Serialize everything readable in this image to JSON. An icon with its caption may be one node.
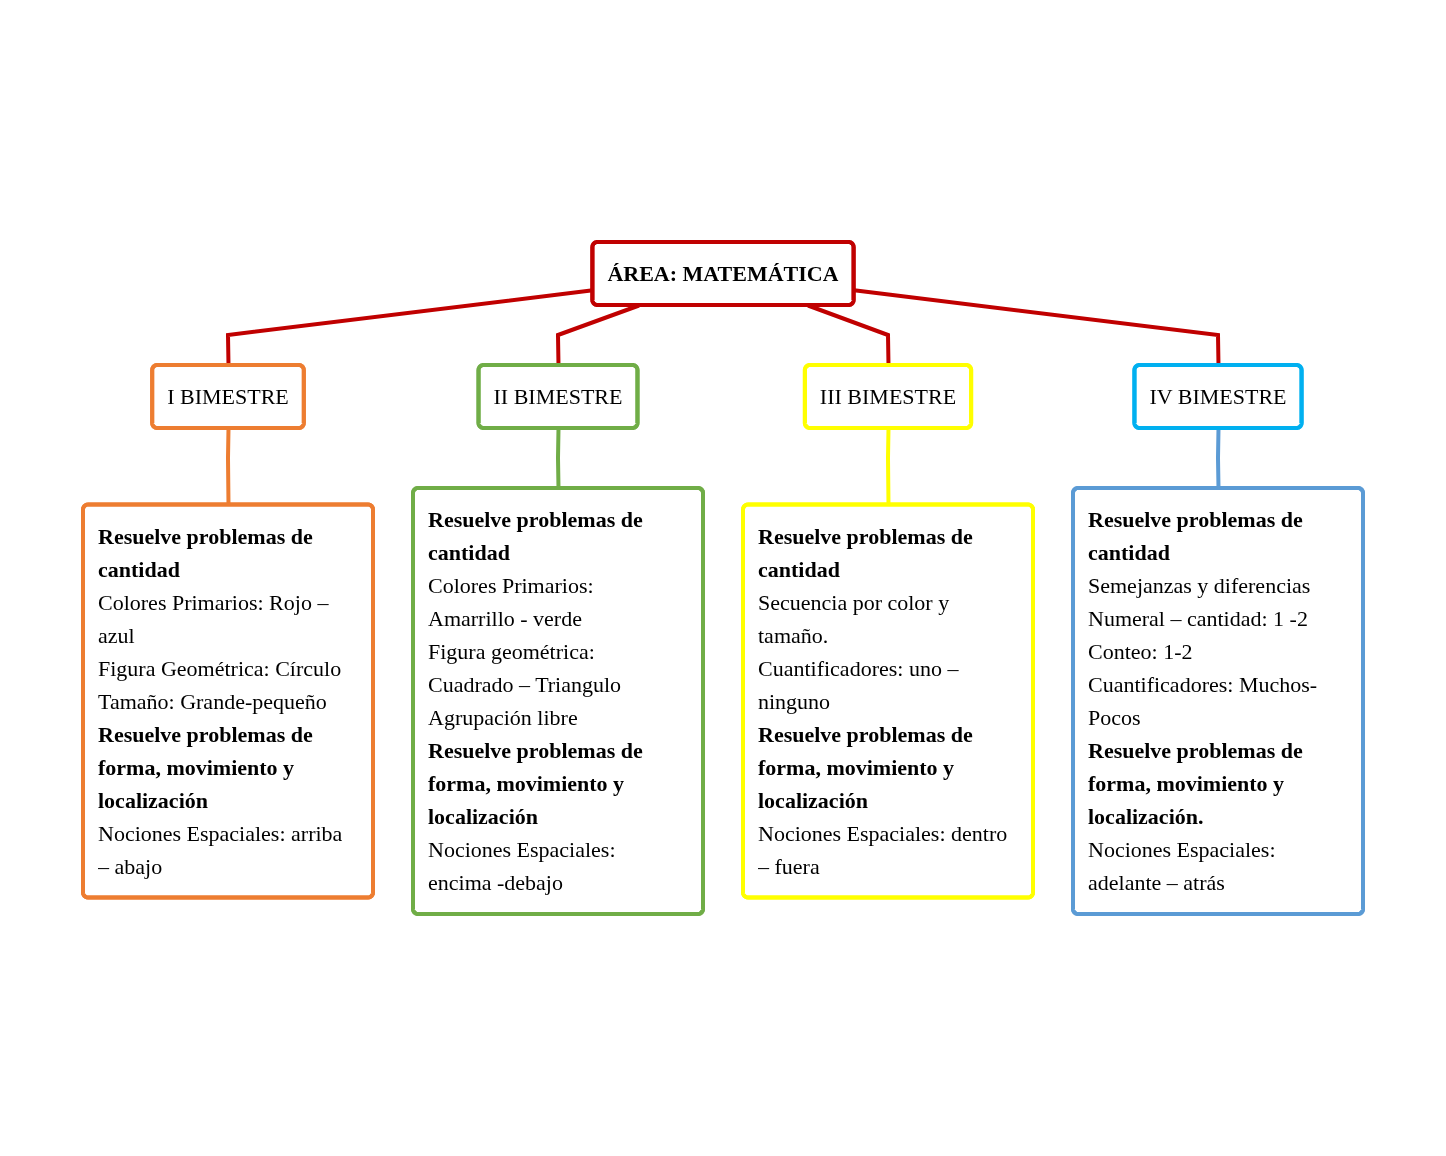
{
  "diagram": {
    "nodes": [
      {
        "text": [
          "ÁREA: MATEMÁTICA"
        ]
      },
      {
        "text": [
          "I BIMESTRE"
        ]
      },
      {
        "text": [
          "II BIMESTRE"
        ]
      },
      {
        "text": [
          "III BIMESTRE"
        ]
      },
      {
        "text": [
          "IV BIMESTRE"
        ]
      },
      {
        "text": [
          "**Resuelve problemas de cantidad**",
          "Colores Primarios: Rojo – azul",
          "Figura Geométrica: Círculo",
          "Tamaño: Grande-pequeño",
          "**Resuelve problemas de forma, movimiento y localización**",
          "Nociones Espaciales: arriba – abajo"
        ]
      },
      {
        "text": [
          "**Resuelve problemas de cantidad**",
          "Colores Primarios: Amarrillo - verde",
          "Figura geométrica: Cuadrado – Triangulo",
          "Agrupación libre",
          "**Resuelve problemas de forma, movimiento y localización**",
          "Nociones Espaciales: encima -debajo"
        ]
      },
      {
        "text": [
          "**Resuelve problemas de cantidad**",
          "Secuencia por color y tamaño.",
          "Cuantificadores: uno – ninguno",
          "**Resuelve problemas de forma, movimiento y localización**",
          "Nociones Espaciales: dentro – fuera"
        ]
      },
      {
        "text": [
          "**Resuelve problemas de cantidad**",
          "Semejanzas y diferencias",
          "Numeral – cantidad: 1 -2",
          "Conteo: 1-2",
          "Cuantificadores: Muchos-Pocos",
          "**Resuelve problemas de forma, movimiento y localización.**",
          "Nociones Espaciales: adelante – atrás"
        ]
      }
    ],
    "edges": [
      {
        "from": 0,
        "to": 1,
        "arrow": "none",
        "color": "#c00000"
      },
      {
        "from": 0,
        "to": 2,
        "arrow": "none",
        "color": "#c00000"
      },
      {
        "from": 0,
        "to": 3,
        "arrow": "none",
        "color": "#c00000"
      },
      {
        "from": 0,
        "to": 4,
        "arrow": "none",
        "color": "#c00000"
      },
      {
        "from": 1,
        "to": 5,
        "arrow": "none",
        "color": "#ed7d31"
      },
      {
        "from": 2,
        "to": 6,
        "arrow": "none",
        "color": "#70ad47"
      },
      {
        "from": 3,
        "to": 7,
        "arrow": "none",
        "color": "#ffff00"
      },
      {
        "from": 4,
        "to": 8,
        "arrow": "none",
        "color": "#5b9bd5"
      }
    ]
  }
}
